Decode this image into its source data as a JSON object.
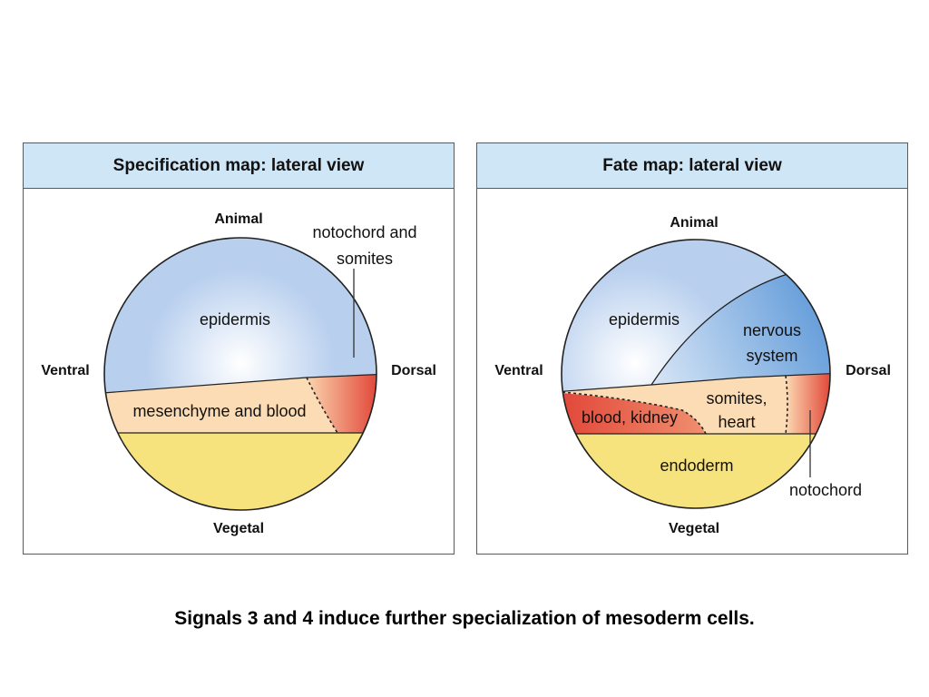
{
  "spec_map": {
    "title": "Specification map: lateral view",
    "animal": "Animal",
    "vegetal": "Vegetal",
    "ventral": "Ventral",
    "dorsal": "Dorsal",
    "epidermis": "epidermis",
    "mesenchyme": "mesenchyme and blood",
    "notochord_line1": "notochord and",
    "notochord_line2": "somites",
    "colors": {
      "epidermis": "#b8cfee",
      "mesoderm_light": "#fbdcb4",
      "mesoderm_red": "#e2483a",
      "endoderm": "#f7e37e"
    }
  },
  "fate_map": {
    "title": "Fate map: lateral view",
    "animal": "Animal",
    "vegetal": "Vegetal",
    "ventral": "Ventral",
    "dorsal": "Dorsal",
    "epidermis": "epidermis",
    "nervous_line1": "nervous",
    "nervous_line2": "system",
    "blood_kidney": "blood, kidney",
    "somites_line1": "somites,",
    "somites_line2": "heart",
    "endoderm": "endoderm",
    "notochord": "notochord",
    "colors": {
      "epidermis": "#b8cfee",
      "nervous": "#5d98d8",
      "mesoderm_light": "#fbdcb4",
      "mesoderm_red": "#e2483a",
      "endoderm": "#f7e37e"
    }
  },
  "caption": "Signals 3 and 4 induce further specialization of mesoderm cells."
}
